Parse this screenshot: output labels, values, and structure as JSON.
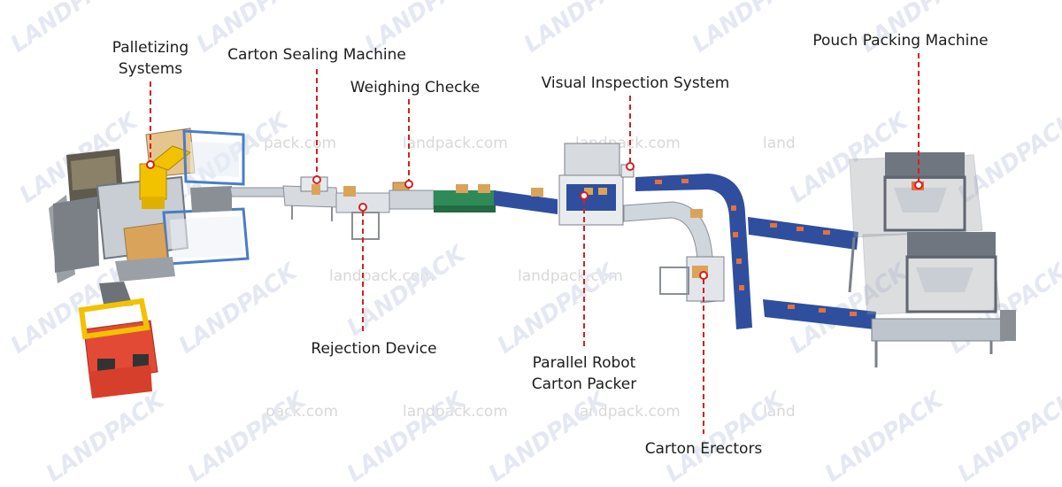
{
  "watermark": {
    "logo_text": "LANDPACK",
    "url_fragments": [
      "pack.com",
      "landpack.com",
      "landpack.com",
      "land",
      "landpack.com",
      "landpack.com",
      "pack.com",
      "landpack.com",
      "landpack.com",
      "land"
    ]
  },
  "labels": {
    "palletizing_line1": "Palletizing",
    "palletizing_line2": "Systems",
    "carton_sealing": "Carton Sealing Machine",
    "weighing_checker": "Weighing Checke",
    "visual_inspection": "Visual Inspection System",
    "pouch_packing": "Pouch Packing Machine",
    "rejection_device": "Rejection Device",
    "parallel_robot_line1": "Parallel Robot",
    "parallel_robot_line2": "Carton Packer",
    "carton_erectors": "Carton Erectors"
  },
  "colors": {
    "leader_line": "#d42020",
    "conveyor_blue": "#2f4f9e",
    "conveyor_green": "#2e8b57",
    "carton": "#d9a45a",
    "robot_yellow": "#f2c200",
    "forklift_red": "#e34a36",
    "frame_gray": "#8a8f96",
    "guard_blue": "#4a7cc7"
  }
}
